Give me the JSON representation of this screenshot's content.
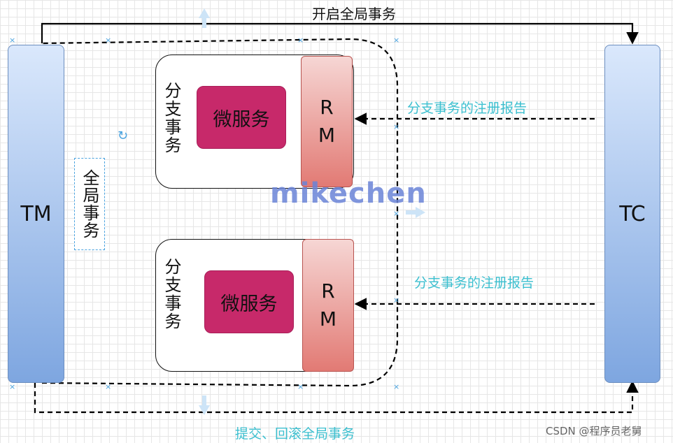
{
  "nodes": {
    "tm": "TM",
    "tc": "TC",
    "global_tx": "全局事务",
    "branch_1": {
      "label": "分支事务",
      "service": "微服务",
      "rm": [
        "R",
        "M"
      ]
    },
    "branch_2": {
      "label": "分支事务",
      "service": "微服务",
      "rm": [
        "R",
        "M"
      ]
    }
  },
  "edges": {
    "start_global": "开启全局事务",
    "register_1": "分支事务的注册报告",
    "register_2": "分支事务的注册报告",
    "commit_rollback": "提交、回滚全局事务"
  },
  "watermark": "mikechen",
  "credit": "CSDN @程序员老舅",
  "colors": {
    "tm_tc_fill": "#7ea6e0",
    "service_fill": "#c7296a",
    "rm_fill": "#e27a74",
    "edge_label": "#3bbfcf",
    "watermark": "#6b84d8"
  }
}
